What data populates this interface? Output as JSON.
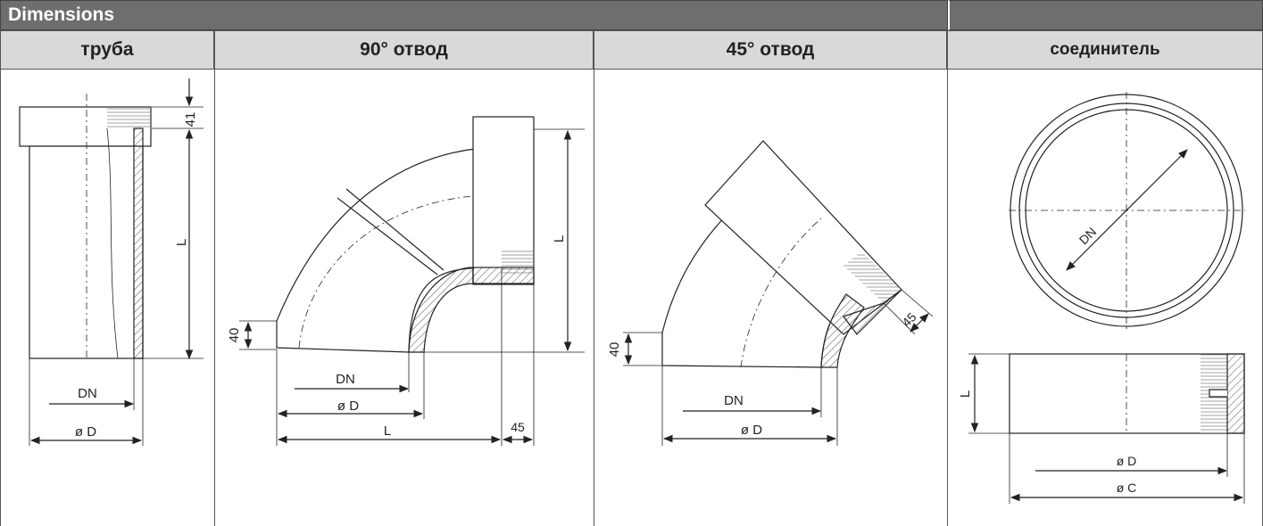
{
  "header": {
    "title": "Dimensions"
  },
  "columns": [
    {
      "label": "труба"
    },
    {
      "label": "90° отвод"
    },
    {
      "label": "45° отвод"
    },
    {
      "label": "соединитель"
    }
  ],
  "pipe": {
    "dim_top": "41",
    "dim_len": "L",
    "dim_dn": "DN",
    "dim_d": "ø D"
  },
  "elbow90": {
    "dim_40": "40",
    "dim_len": "L",
    "dim_dn": "DN",
    "dim_d": "ø D",
    "dim_base_l": "L",
    "dim_45": "45"
  },
  "elbow45": {
    "dim_40": "40",
    "dim_dn": "DN",
    "dim_d": "ø D",
    "dim_45": "45"
  },
  "coupling": {
    "dim_dn": "DN",
    "dim_l": "L",
    "dim_d": "ø D",
    "dim_c": "ø C"
  },
  "colors": {
    "header_bg": "#6e6e6e",
    "subheader_bg": "#d9d9d9",
    "line": "#222222",
    "hatch": "#555555"
  }
}
